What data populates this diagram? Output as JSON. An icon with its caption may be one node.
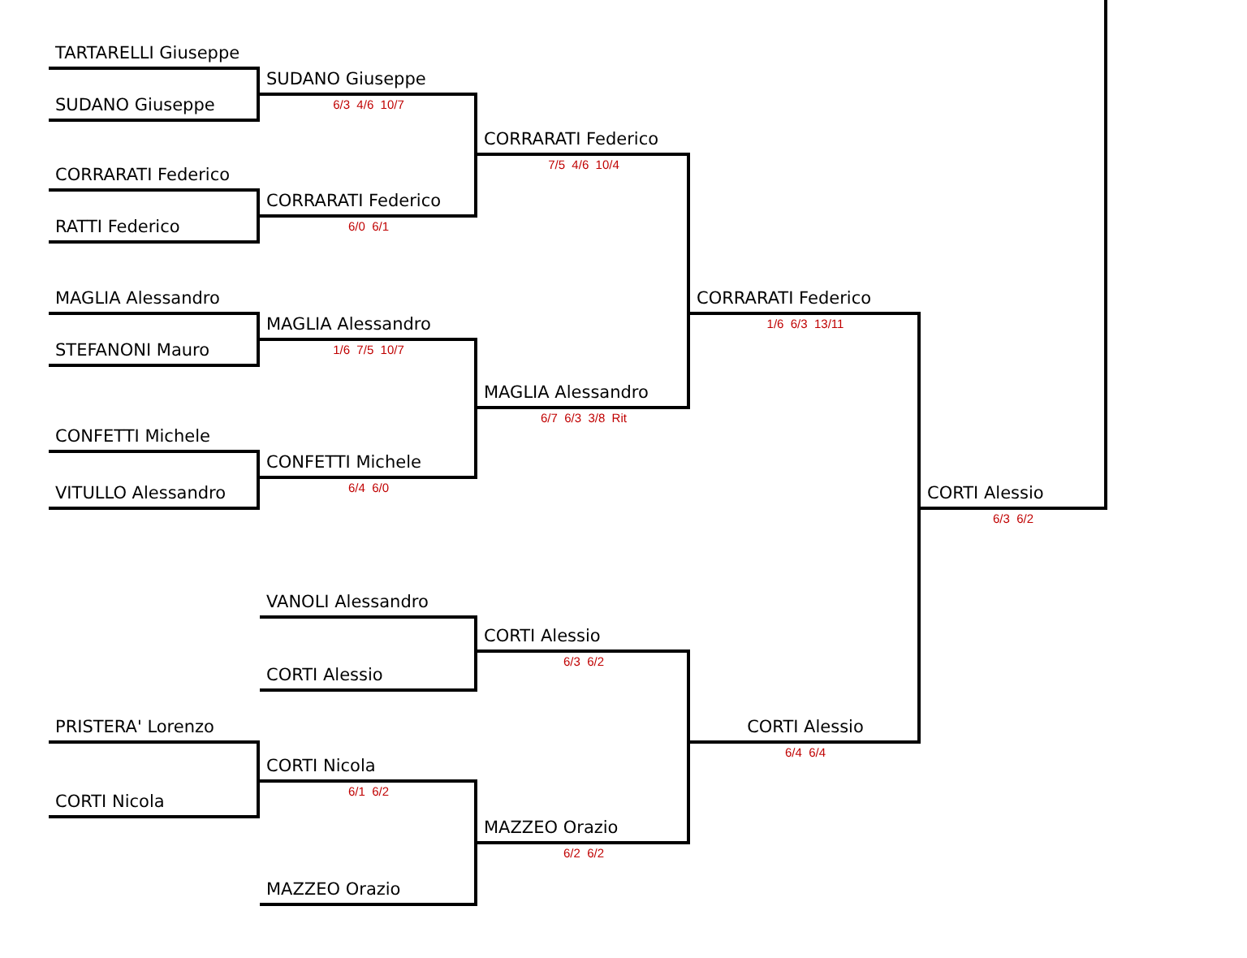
{
  "diagram": {
    "nodes": [
      {
        "text": [
          "TARTARELLI Giuseppe"
        ]
      },
      {
        "text": [
          "SUDANO Giuseppe"
        ]
      },
      {
        "text": [
          "CORRARATI Federico"
        ]
      },
      {
        "text": [
          "RATTI Federico"
        ]
      },
      {
        "text": [
          "MAGLIA Alessandro"
        ]
      },
      {
        "text": [
          "STEFANONI Mauro"
        ]
      },
      {
        "text": [
          "CONFETTI Michele"
        ]
      },
      {
        "text": [
          "VITULLO Alessandro"
        ]
      },
      {
        "text": [
          "PRISTERA' Lorenzo"
        ]
      },
      {
        "text": [
          "CORTI Nicola"
        ]
      },
      {
        "text": [
          "SUDANO Giuseppe"
        ],
        "beside": [
          "6/3  4/6  10/7"
        ]
      },
      {
        "text": [
          "CORRARATI Federico"
        ],
        "beside": [
          "6/0  6/1"
        ]
      },
      {
        "text": [
          "MAGLIA Alessandro"
        ],
        "beside": [
          "1/6  7/5  10/7"
        ]
      },
      {
        "text": [
          "CONFETTI Michele"
        ],
        "beside": [
          "6/4  6/0"
        ]
      },
      {
        "text": [
          "VANOLI Alessandro"
        ]
      },
      {
        "text": [
          "CORTI Alessio"
        ]
      },
      {
        "text": [
          "CORTI Nicola"
        ],
        "beside": [
          "6/1  6/2"
        ]
      },
      {
        "text": [
          "MAZZEO Orazio"
        ]
      },
      {
        "text": [
          "CORRARATI Federico"
        ],
        "beside": [
          "7/5  4/6  10/4"
        ]
      },
      {
        "text": [
          "MAGLIA Alessandro"
        ],
        "beside": [
          "6/7  6/3  3/8  Rit"
        ]
      },
      {
        "text": [
          "CORTI Alessio"
        ],
        "beside": [
          "6/3  6/2"
        ]
      },
      {
        "text": [
          "MAZZEO Orazio"
        ],
        "beside": [
          "6/2  6/2"
        ]
      },
      {
        "text": [
          "CORRARATI Federico"
        ],
        "beside": [
          "1/6  6/3  13/11"
        ]
      },
      {
        "text": [
          "CORTI Alessio"
        ],
        "beside": [
          "6/4  6/4"
        ]
      },
      {
        "text": [
          "CORTI Alessio"
        ],
        "beside": [
          "6/3  6/2"
        ]
      }
    ],
    "edges": [
      {
        "from": 0,
        "to": 10,
        "arrow": "none"
      },
      {
        "from": 1,
        "to": 10,
        "arrow": "none"
      },
      {
        "from": 2,
        "to": 11,
        "arrow": "none"
      },
      {
        "from": 3,
        "to": 11,
        "arrow": "none"
      },
      {
        "from": 4,
        "to": 12,
        "arrow": "none"
      },
      {
        "from": 5,
        "to": 12,
        "arrow": "none"
      },
      {
        "from": 6,
        "to": 13,
        "arrow": "none"
      },
      {
        "from": 7,
        "to": 13,
        "arrow": "none"
      },
      {
        "from": 8,
        "to": 16,
        "arrow": "none"
      },
      {
        "from": 9,
        "to": 16,
        "arrow": "none"
      },
      {
        "from": 10,
        "to": 18,
        "arrow": "none"
      },
      {
        "from": 11,
        "to": 18,
        "arrow": "none"
      },
      {
        "from": 12,
        "to": 19,
        "arrow": "none"
      },
      {
        "from": 13,
        "to": 19,
        "arrow": "none"
      },
      {
        "from": 14,
        "to": 20,
        "arrow": "none"
      },
      {
        "from": 15,
        "to": 20,
        "arrow": "none"
      },
      {
        "from": 16,
        "to": 21,
        "arrow": "none"
      },
      {
        "from": 17,
        "to": 21,
        "arrow": "none"
      },
      {
        "from": 18,
        "to": 22,
        "arrow": "none"
      },
      {
        "from": 19,
        "to": 22,
        "arrow": "none"
      },
      {
        "from": 20,
        "to": 23,
        "arrow": "none"
      },
      {
        "from": 21,
        "to": 23,
        "arrow": "none"
      },
      {
        "from": 22,
        "to": 24,
        "arrow": "none"
      },
      {
        "from": 23,
        "to": 24,
        "arrow": "none"
      },
      {
        "from": 24,
        "to": null,
        "arrow": "none"
      }
    ]
  }
}
